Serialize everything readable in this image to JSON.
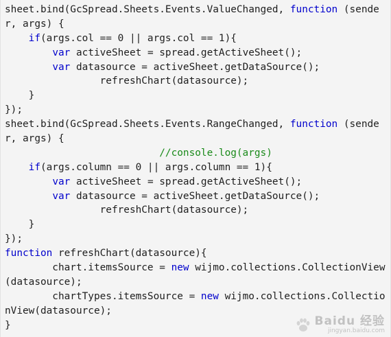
{
  "code_lines": [
    [
      {
        "t": "sheet.bind(GcSpread.Sheets.Events.ValueChanged, "
      },
      {
        "t": "function",
        "c": "kw"
      },
      {
        "t": " (sende"
      }
    ],
    [
      {
        "t": "r, args) {"
      }
    ],
    [
      {
        "t": "    "
      },
      {
        "t": "if",
        "c": "kw"
      },
      {
        "t": "(args.col == 0 || args.col == 1){"
      }
    ],
    [
      {
        "t": "        "
      },
      {
        "t": "var",
        "c": "kw"
      },
      {
        "t": " activeSheet = spread.getActiveSheet();"
      }
    ],
    [
      {
        "t": "        "
      },
      {
        "t": "var",
        "c": "kw"
      },
      {
        "t": " datasource = activeSheet.getDataSource();"
      }
    ],
    [
      {
        "t": "                refreshChart(datasource);"
      }
    ],
    [
      {
        "t": "    }"
      }
    ],
    [
      {
        "t": "});"
      }
    ],
    [
      {
        "t": "sheet.bind(GcSpread.Sheets.Events.RangeChanged, "
      },
      {
        "t": "function",
        "c": "kw"
      },
      {
        "t": " (sende"
      }
    ],
    [
      {
        "t": "r, args) {"
      }
    ],
    [
      {
        "t": "                          "
      },
      {
        "t": "//console.log(args)",
        "c": "cm"
      }
    ],
    [
      {
        "t": "    "
      },
      {
        "t": "if",
        "c": "kw"
      },
      {
        "t": "(args.column == 0 || args.column == 1){"
      }
    ],
    [
      {
        "t": "        "
      },
      {
        "t": "var",
        "c": "kw"
      },
      {
        "t": " activeSheet = spread.getActiveSheet();"
      }
    ],
    [
      {
        "t": "        "
      },
      {
        "t": "var",
        "c": "kw"
      },
      {
        "t": " datasource = activeSheet.getDataSource();"
      }
    ],
    [
      {
        "t": "                refreshChart(datasource);"
      }
    ],
    [
      {
        "t": "    }"
      }
    ],
    [
      {
        "t": "});"
      }
    ],
    [
      {
        "t": "function",
        "c": "kw"
      },
      {
        "t": " refreshChart(datasource){"
      }
    ],
    [
      {
        "t": "        chart.itemsSource = "
      },
      {
        "t": "new",
        "c": "kw"
      },
      {
        "t": " wijmo.collections.CollectionView"
      }
    ],
    [
      {
        "t": "(datasource);"
      }
    ],
    [
      {
        "t": "        chartTypes.itemsSource = "
      },
      {
        "t": "new",
        "c": "kw"
      },
      {
        "t": " wijmo.collections.Collectio"
      }
    ],
    [
      {
        "t": "nView(datasource);"
      }
    ],
    [
      {
        "t": "}"
      }
    ]
  ],
  "watermark": {
    "brand": "Baidu 经验",
    "url": "jingyan.baidu.com",
    "icon": "paw-icon"
  },
  "colors": {
    "keyword": "#0000cc",
    "comment": "#1a8a1a",
    "text": "#1e1e1e",
    "background": "#f4f4f4"
  }
}
